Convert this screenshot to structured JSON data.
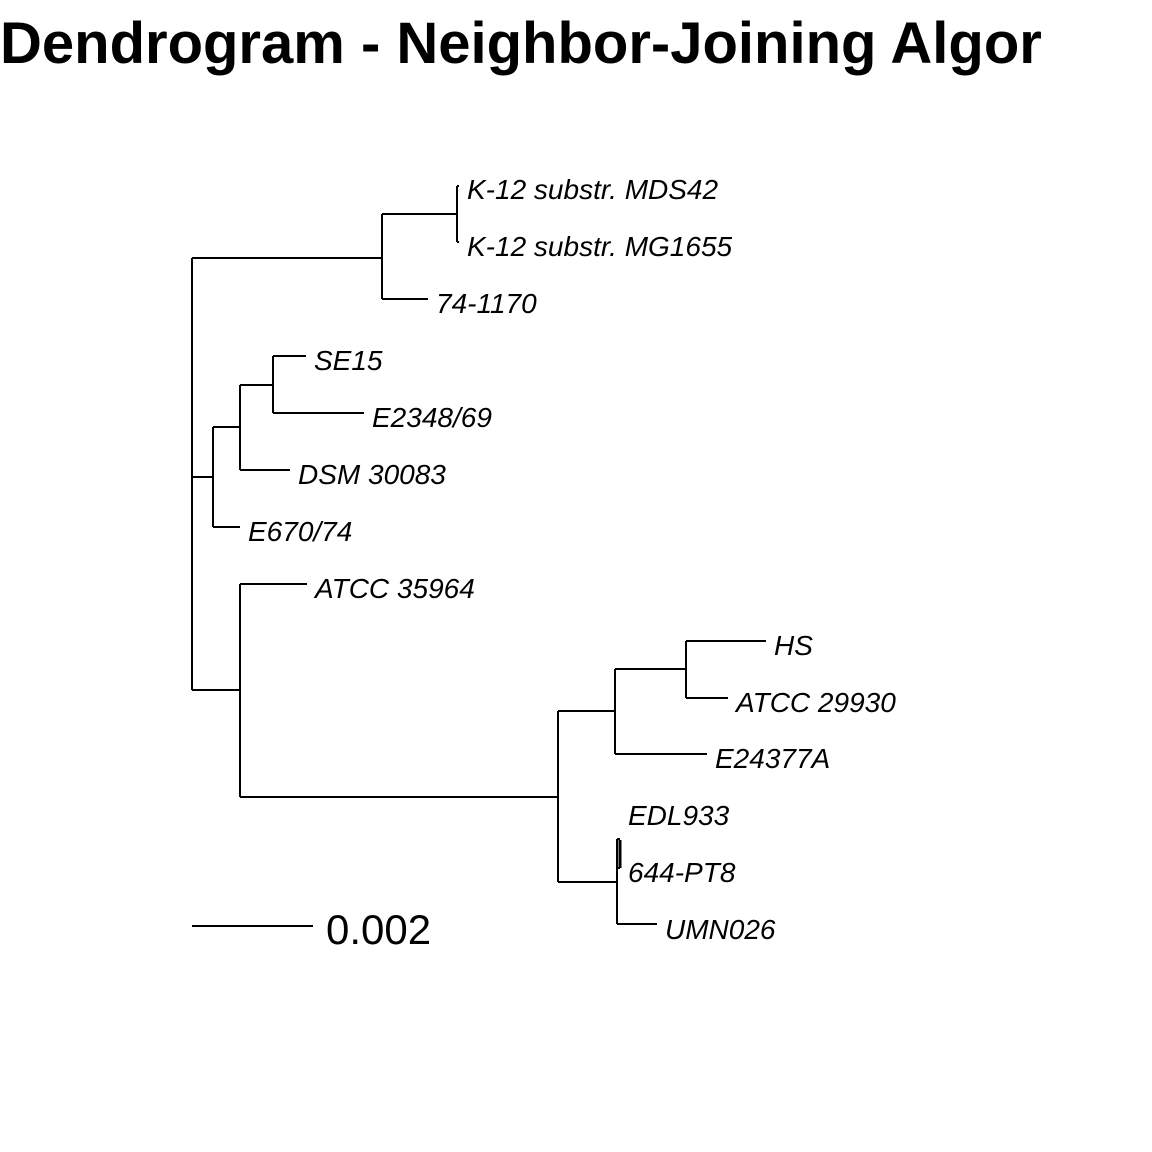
{
  "title": "Dendrogram - Neighbor-Joining Algor",
  "scale_bar": {
    "label": "0.002"
  },
  "leaves": [
    "K-12 substr. MDS42",
    "K-12 substr. MG1655",
    "74-1170",
    "SE15",
    "E2348/69",
    "DSM 30083",
    "E670/74",
    "ATCC 35964",
    "HS",
    "ATCC 29930",
    "E24377A",
    "EDL933",
    "644-PT8",
    "UMN026"
  ],
  "colors": {
    "line": "#000000",
    "text": "#000000",
    "background": "#ffffff"
  }
}
